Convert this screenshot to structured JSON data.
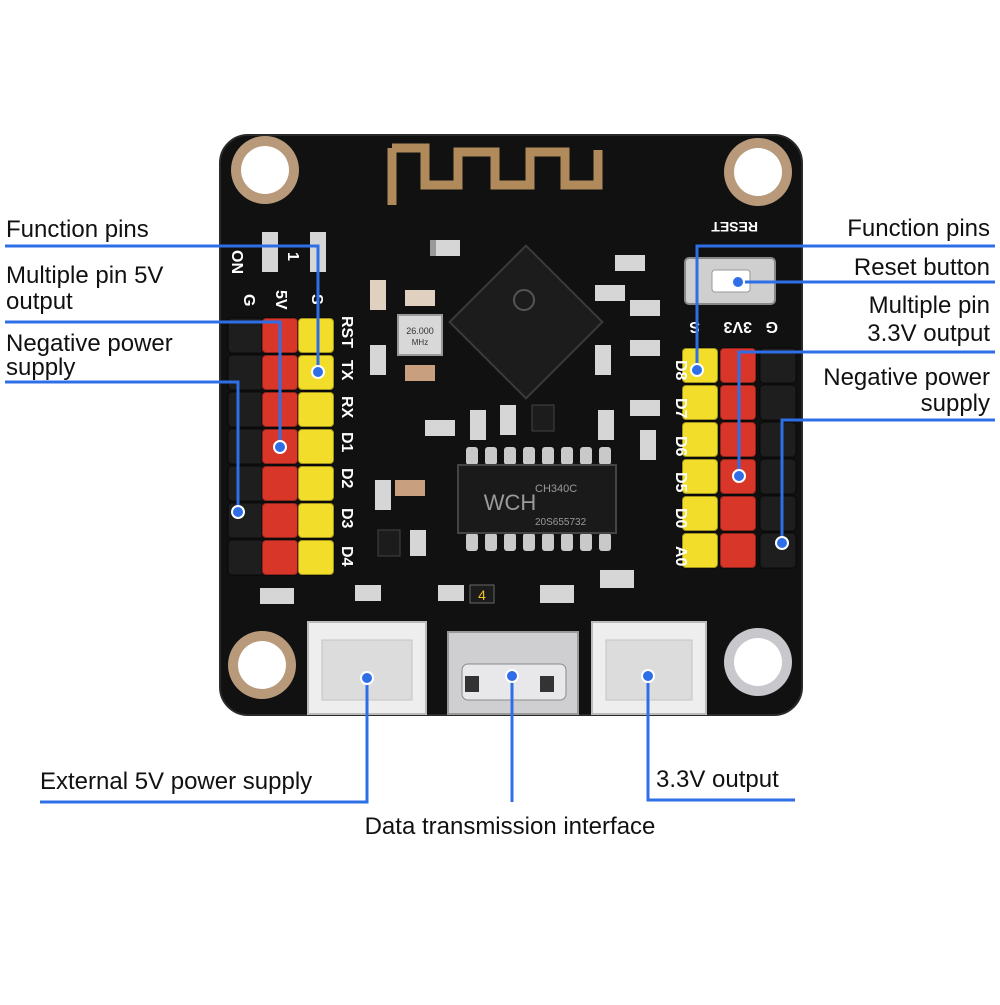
{
  "colors": {
    "pcb": "#111112",
    "leader": "#2e6fe8",
    "header_yellow": "#f2de2a",
    "header_red": "#d9362a",
    "header_black": "#1e1e1e",
    "connector_white": "#eeeeee"
  },
  "labels": {
    "function_pins_left": "Function pins",
    "multiple_pin_5v_line1": "Multiple pin 5V",
    "multiple_pin_5v_line2": "output",
    "negative_power_left_line1": "Negative power",
    "negative_power_left_line2": "supply",
    "function_pins_right": "Function pins",
    "reset_button": "Reset button",
    "multiple_pin_33v_line1": "Multiple pin",
    "multiple_pin_33v_line2": "3.3V output",
    "negative_power_right_line1": "Negative power",
    "negative_power_right_line2": "supply",
    "external_5v": "External 5V power supply",
    "data_interface": "Data transmission interface",
    "output_33v": "3.3V output"
  },
  "silkscreen": {
    "on": "ON",
    "one": "1",
    "g_left": "G",
    "five_v": "5V",
    "s_left": "S",
    "rst": "RST",
    "tx": "TX",
    "rx": "RX",
    "d1": "D1",
    "d2": "D2",
    "d3": "D3",
    "d4": "D4",
    "reset": "RESET",
    "s_right": "S",
    "v33": "3V3",
    "g_right": "G",
    "d8": "D8",
    "d7": "D7",
    "d6": "D6",
    "d5": "D5",
    "d0": "D0",
    "a0": "A0",
    "crystal_freq": "26.000",
    "crystal_unit": "MHz",
    "chip_brand": "WCH",
    "chip_model": "CH340C",
    "chip_code": "20S655732",
    "smd_4": "4"
  }
}
